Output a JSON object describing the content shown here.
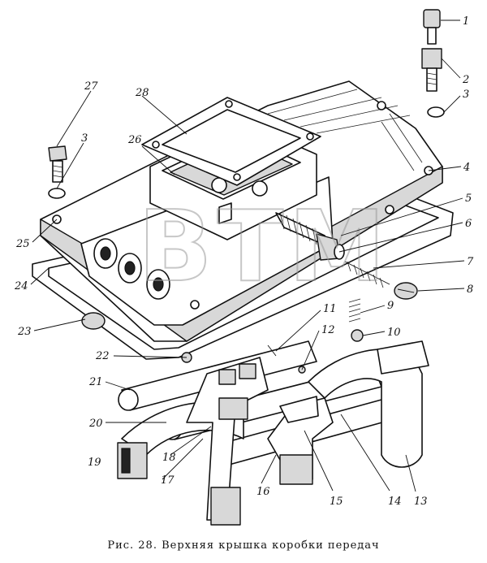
{
  "caption": "Рис. 28. Верхняя крышка коробки передач",
  "watermark": "ВТМ",
  "callouts": [
    "1",
    "2",
    "3",
    "4",
    "5",
    "6",
    "7",
    "8",
    "9",
    "10",
    "11",
    "12",
    "13",
    "14",
    "15",
    "16",
    "17",
    "18",
    "19",
    "20",
    "21",
    "22",
    "23",
    "24",
    "25",
    "26",
    "27",
    "28",
    "3"
  ]
}
